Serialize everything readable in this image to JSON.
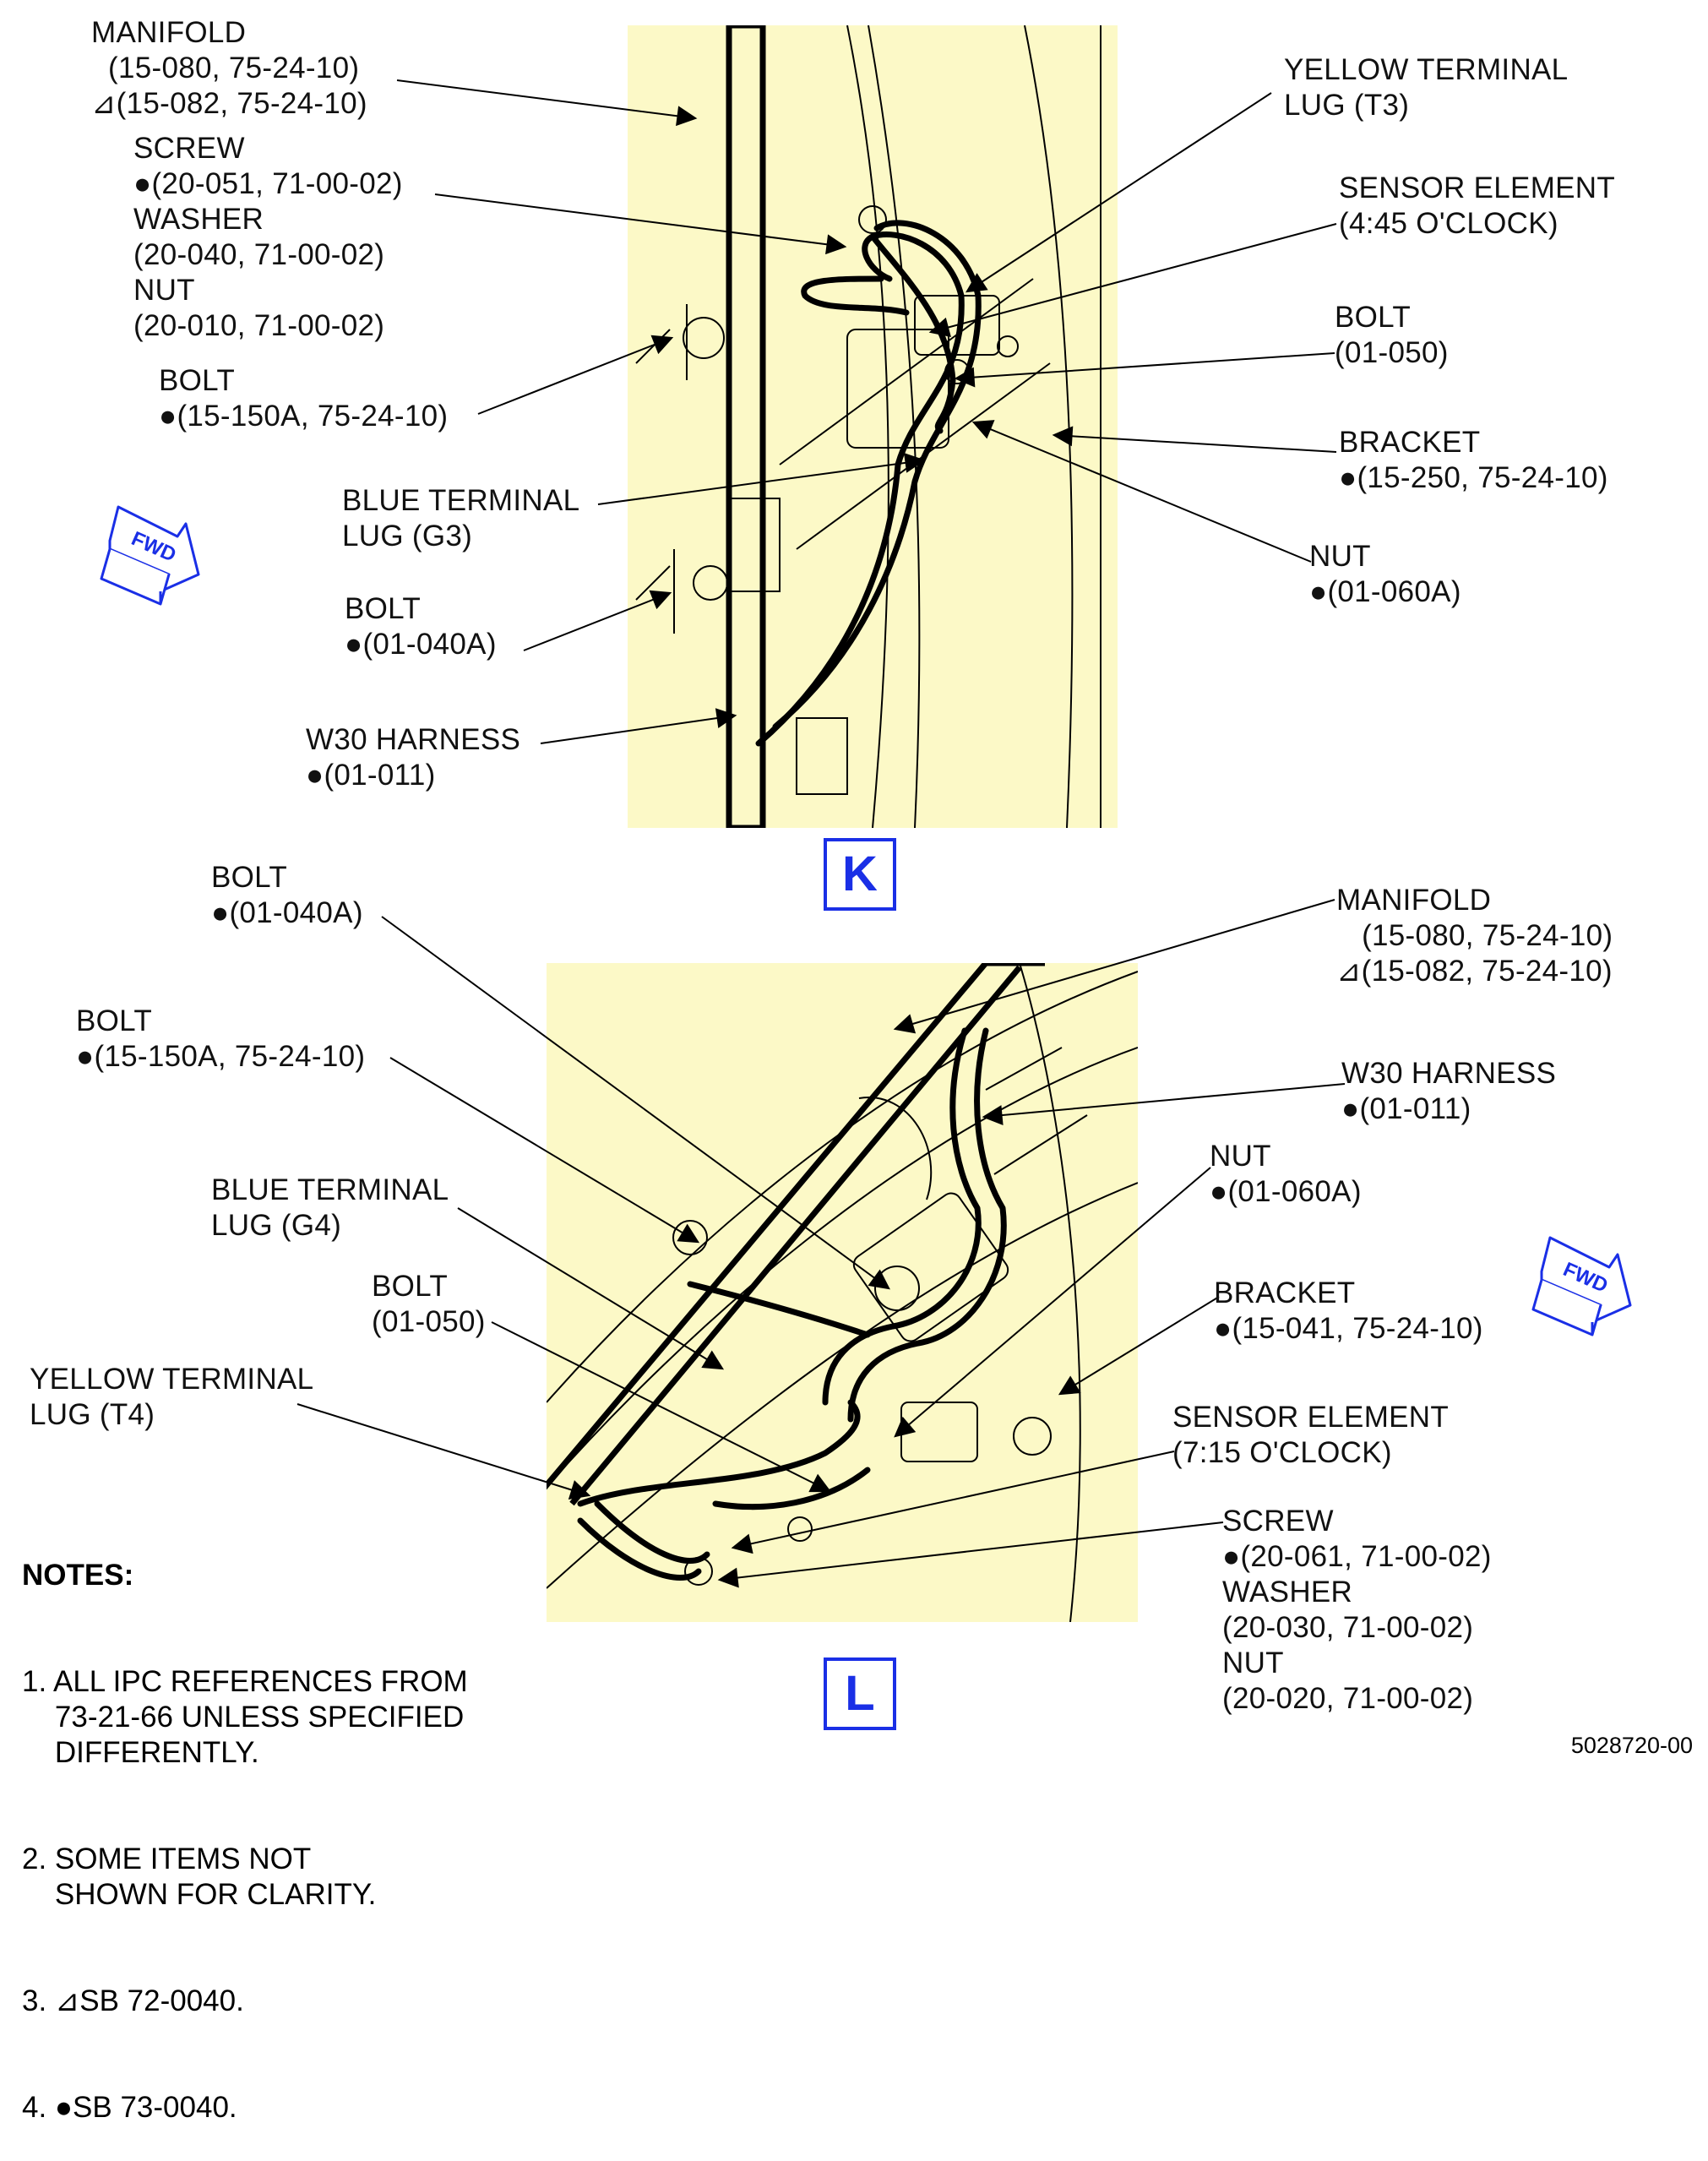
{
  "view_k": {
    "label": "K",
    "callouts": {
      "manifold": "MANIFOLD\n  (15-080, 75-24-10)\n⊿(15-082, 75-24-10)",
      "screw": "SCREW\n●(20-051, 71-00-02)\nWASHER\n(20-040, 71-00-02)\nNUT\n(20-010, 71-00-02)",
      "bolt_150a": "BOLT\n●(15-150A, 75-24-10)",
      "blue_lug": "BLUE TERMINAL\nLUG (G3)",
      "bolt_040a": "BOLT\n●(01-040A)",
      "harness": "W30 HARNESS\n●(01-011)",
      "yellow_lug": "YELLOW TERMINAL\nLUG (T3)",
      "sensor": "SENSOR ELEMENT\n(4:45 O'CLOCK)",
      "bolt_050": "BOLT\n(01-050)",
      "bracket": "BRACKET\n●(15-250, 75-24-10)",
      "nut": "NUT\n●(01-060A)"
    }
  },
  "view_l": {
    "label": "L",
    "callouts": {
      "bolt_040a": "BOLT\n●(01-040A)",
      "bolt_150a": "BOLT\n●(15-150A, 75-24-10)",
      "blue_lug": "BLUE TERMINAL\nLUG (G4)",
      "bolt_050": "BOLT\n(01-050)",
      "yellow_lug": "YELLOW TERMINAL\nLUG (T4)",
      "manifold": "MANIFOLD\n   (15-080, 75-24-10)\n⊿(15-082, 75-24-10)",
      "harness": "W30 HARNESS\n●(01-011)",
      "nut": "NUT\n●(01-060A)",
      "bracket": "BRACKET\n●(15-041, 75-24-10)",
      "sensor": "SENSOR ELEMENT\n(7:15 O'CLOCK)",
      "screw": "SCREW\n●(20-061, 71-00-02)\nWASHER\n(20-030, 71-00-02)\nNUT\n(20-020, 71-00-02)"
    }
  },
  "fwd_label": "FWD",
  "notes": {
    "heading": "NOTES:",
    "items": [
      "1. ALL IPC REFERENCES FROM\n    73-21-66 UNLESS SPECIFIED\n    DIFFERENTLY.",
      "2. SOME ITEMS NOT\n    SHOWN FOR CLARITY.",
      "3. ⊿SB 72-0040.",
      "4. ●SB 73-0040."
    ]
  },
  "figure_id": "5028720-00",
  "colors": {
    "panel": "#fcf9c7",
    "accent": "#1a2fe6",
    "ink": "#000000"
  }
}
